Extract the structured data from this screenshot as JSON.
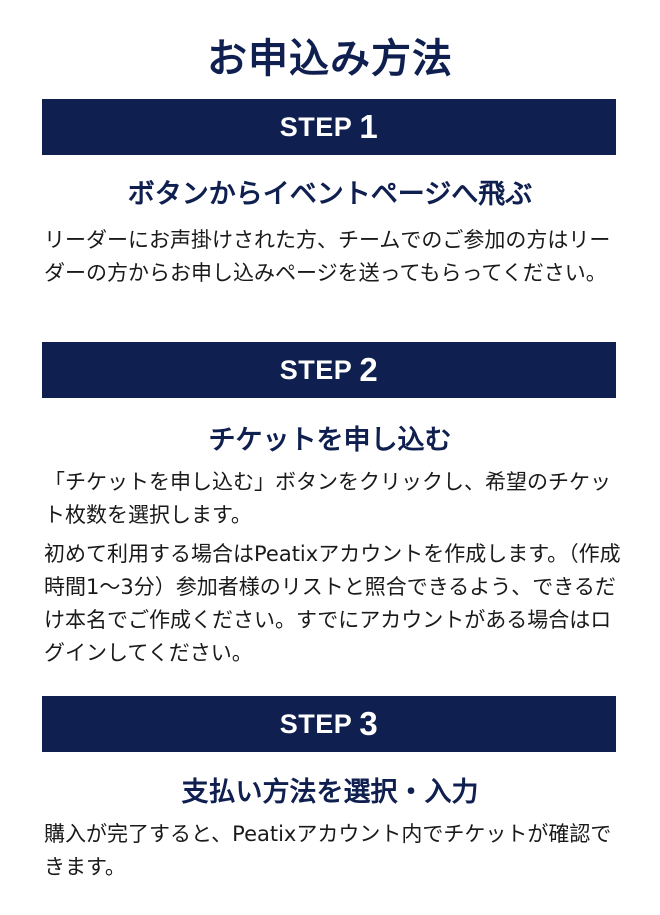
{
  "title": "お申込み方法",
  "steps": [
    {
      "label": "STEP",
      "number": "1",
      "heading": "ボタンからイベントページへ飛ぶ",
      "paragraphs": [
        "リーダーにお声掛けされた方、チームでのご参加の方はリーダーの方からお申し込みページを送ってもらってください。"
      ]
    },
    {
      "label": "STEP",
      "number": "2",
      "heading": "チケットを申し込む",
      "paragraphs": [
        "「チケットを申し込む」ボタンをクリックし、希望のチケット枚数を選択します。",
        "初めて利用する場合はPeatixアカウントを作成します。（作成時間1〜3分）参加者様のリストと照合できるよう、できるだけ本名でご作成ください。すでにアカウントがある場合はログインしてください。"
      ]
    },
    {
      "label": "STEP",
      "number": "3",
      "heading": "支払い方法を選択・入力",
      "paragraphs": [
        "購入が完了すると、Peatixアカウント内でチケットが確認できます。"
      ]
    }
  ]
}
